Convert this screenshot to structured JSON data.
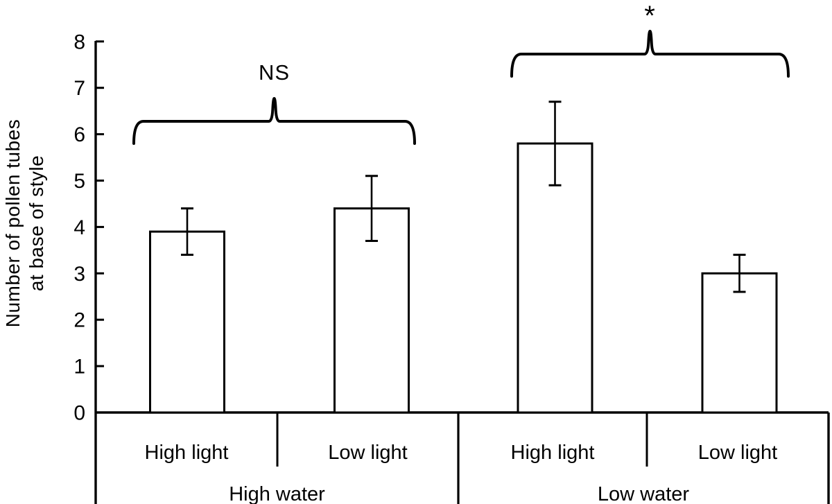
{
  "figure": {
    "background": "#ffffff",
    "ink_color": "#000000"
  },
  "chart_data": {
    "type": "bar",
    "title": "",
    "xlabel": "",
    "ylabel_lines": [
      "Number of pollen tubes",
      "at base of style"
    ],
    "ylim": [
      0,
      8
    ],
    "yticks": [
      0,
      1,
      2,
      3,
      4,
      5,
      6,
      7,
      8
    ],
    "grid": "off",
    "bar_fill": "#ffffff",
    "bar_edge": "#000000",
    "bars": [
      {
        "water": "High water",
        "light": "High light",
        "value": 3.9,
        "error_low": 3.4,
        "error_high": 4.4
      },
      {
        "water": "High water",
        "light": "Low light",
        "value": 4.4,
        "error_low": 3.7,
        "error_high": 5.1
      },
      {
        "water": "Low water",
        "light": "High light",
        "value": 5.8,
        "error_low": 4.9,
        "error_high": 6.7
      },
      {
        "water": "Low water",
        "light": "Low light",
        "value": 3.0,
        "error_low": 2.6,
        "error_high": 3.4
      }
    ],
    "x_axis_table": {
      "light_labels": [
        "High light",
        "Low light",
        "High light",
        "Low light"
      ],
      "water_labels": [
        "High water",
        "Low water"
      ]
    },
    "significance": [
      {
        "label": "NS",
        "span": "High water bars"
      },
      {
        "label": "*",
        "span": "Low water bars"
      }
    ]
  }
}
